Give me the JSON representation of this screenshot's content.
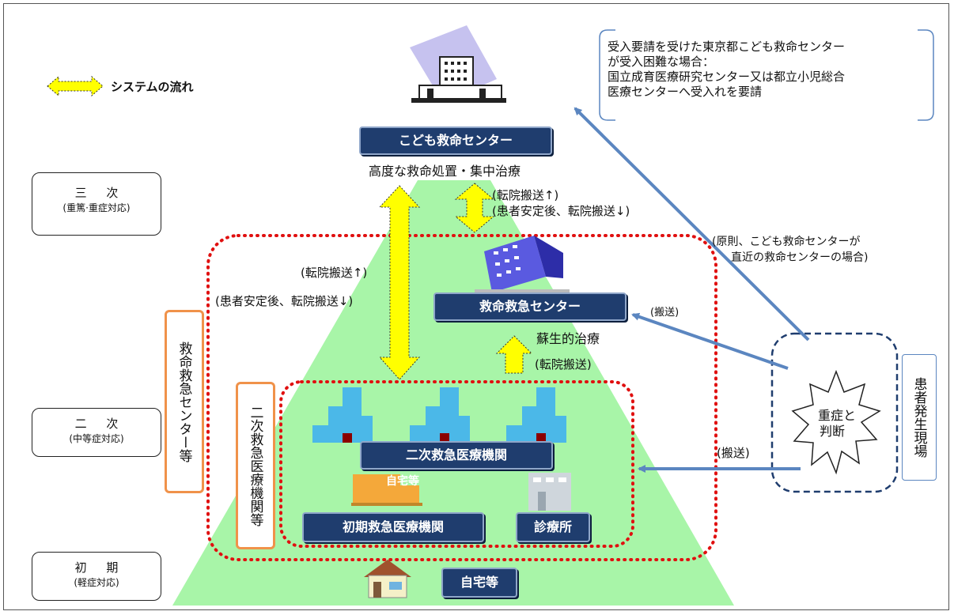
{
  "legend": {
    "label": "システムの流れ"
  },
  "levels": {
    "tertiary": {
      "main": "三 次",
      "sub": "(重篤·重症対応)"
    },
    "secondary": {
      "main": "二 次",
      "sub": "(中等症対応)"
    },
    "primary": {
      "main": "初 期",
      "sub": "(軽症対応)"
    }
  },
  "boxes": {
    "kodomo": "こども救命センター",
    "kyumei": "救命救急センター",
    "niji": "二次救急医療機関",
    "shoki": "初期救急医療機関",
    "shinryojo": "診療所",
    "jitaku": "自宅等"
  },
  "labels": {
    "advanced_care": "高度な救命処置・集中治療",
    "transfer_up": "(転院搬送↑)",
    "transfer_down": "(患者安定後、転院搬送↓)",
    "left_transfer_up": "(転院搬送↑)",
    "left_transfer_down": "(患者安定後、転院搬送↓)",
    "resuscitation": "蘇生的治療",
    "transfer": "(転院搬送)",
    "transport_upper": "(搬送)",
    "transport_lower": "(搬送)",
    "principle_line1": "(原則、こども救命センターが",
    "principle_line2": "直近の救命センターの場合)",
    "severe_line1": "重症と",
    "severe_line2": "判断",
    "scene": "患者発生現場",
    "kyumei_group": "救命救急センター等",
    "niji_group": "二次救急医療機関等",
    "ghost_text": "自宅等"
  },
  "note": {
    "line1": "受入要請を受けた東京都こども救命センター",
    "line2": "が受入困難な場合：",
    "line3": "国立成育医療研究センター又は都立小児総合",
    "line4": "医療センターへ受入れを要請"
  },
  "colors": {
    "navy": "#1f3d6e",
    "green": "#a8f5a8",
    "yellow": "#ffff00",
    "red_dotted": "#e01010",
    "blue_arrow": "#5b86c0",
    "orange": "#f0924a",
    "dashed_navy": "#1f3d6e"
  }
}
